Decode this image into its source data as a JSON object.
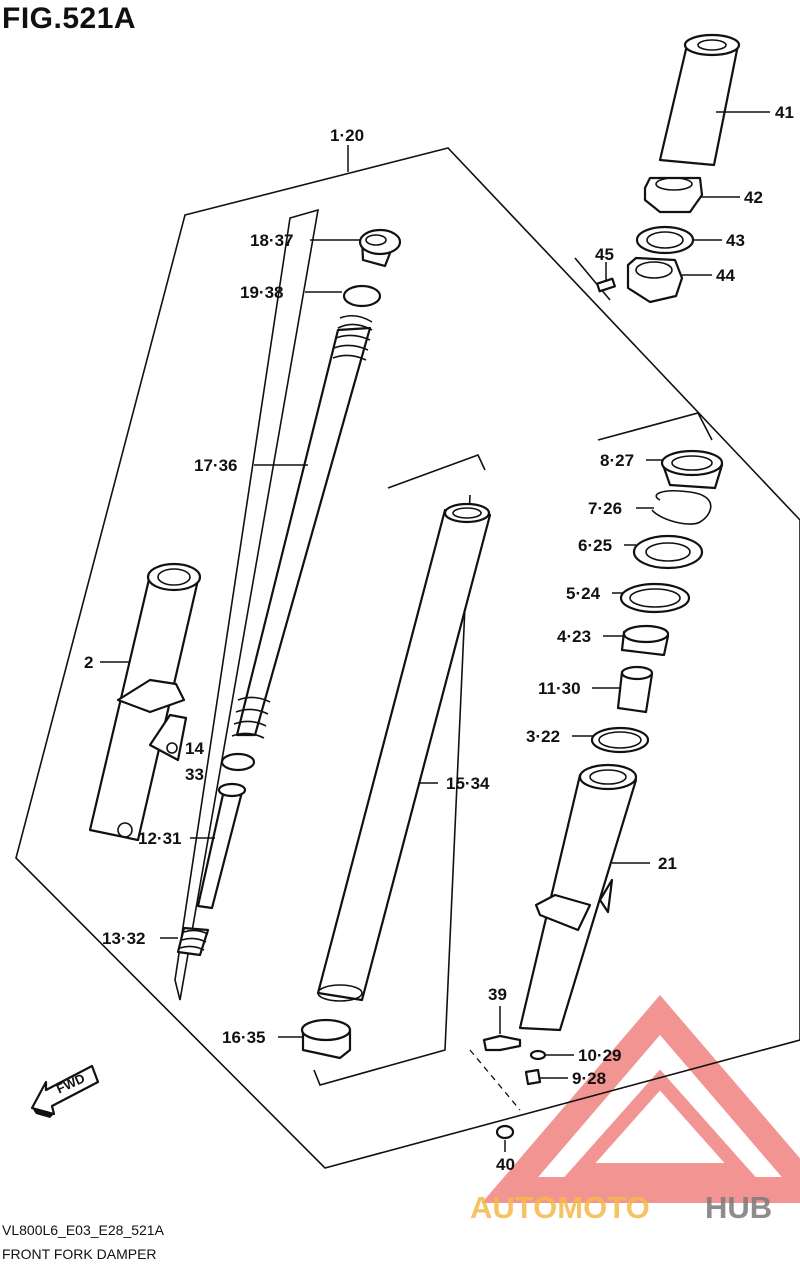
{
  "header": {
    "title": "FIG.521A"
  },
  "footer": {
    "code": "VL800L6_E03_E28_521A",
    "name": "FRONT FORK DAMPER"
  },
  "watermark": {
    "brand_a": "AUTOMOTO",
    "brand_b": "HUB",
    "color_a": "#f5b94a",
    "color_b": "#7a7a7a",
    "logo_color": "#e8403a"
  },
  "fwd_arrow": {
    "text": "FWD"
  },
  "callouts": {
    "c1_20": "1·20",
    "c41": "41",
    "c42": "42",
    "c43": "43",
    "c44": "44",
    "c45": "45",
    "c18_37": "18·37",
    "c19_38": "19·38",
    "c17_36": "17·36",
    "c2": "2",
    "c14": "14",
    "c33": "33",
    "c12_31": "12·31",
    "c13_32": "13·32",
    "c15_34": "15·34",
    "c16_35": "16·35",
    "c8_27": "8·27",
    "c7_26": "7·26",
    "c6_25": "6·25",
    "c5_24": "5·24",
    "c4_23": "4·23",
    "c11_30": "11·30",
    "c3_22": "3·22",
    "c21": "21",
    "c39": "39",
    "c10_29": "10·29",
    "c9_28": "9·28",
    "c40": "40"
  }
}
